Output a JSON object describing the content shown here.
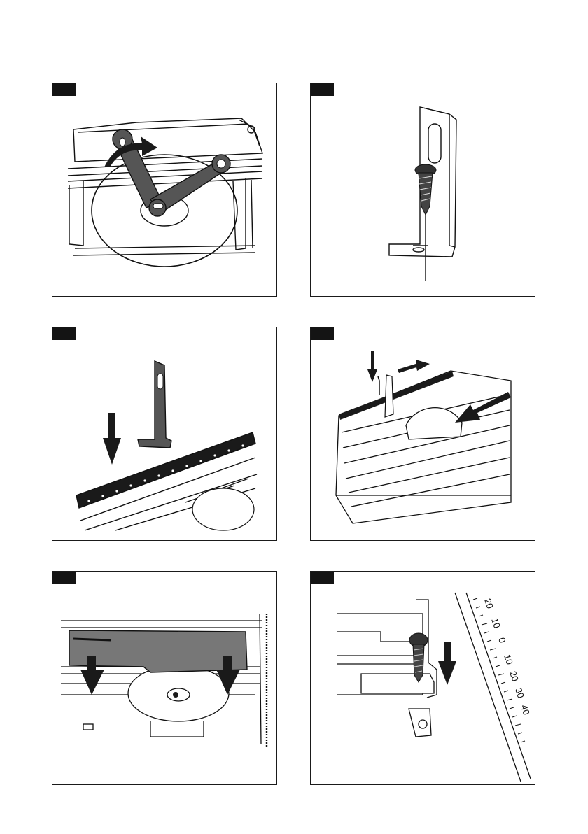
{
  "figures": [
    {
      "id": "fig1",
      "illustration": "blade-wrench-icon",
      "tab": ""
    },
    {
      "id": "fig2",
      "illustration": "bracket-screw-icon",
      "tab": ""
    },
    {
      "id": "fig3",
      "illustration": "bracket-insert-icon",
      "tab": ""
    },
    {
      "id": "fig4",
      "illustration": "table-bracket-icon",
      "tab": ""
    },
    {
      "id": "fig5",
      "illustration": "blade-guard-icon",
      "tab": ""
    },
    {
      "id": "fig6",
      "illustration": "screw-scale-icon",
      "tab": ""
    }
  ],
  "scale": {
    "ticks": [
      "20",
      "10",
      "0",
      "10",
      "20",
      "30",
      "40"
    ]
  },
  "colors": {
    "ink": "#111111",
    "panel_border": "#1a1a1a",
    "tab": "#141414",
    "gray": "#7a7a7a"
  }
}
